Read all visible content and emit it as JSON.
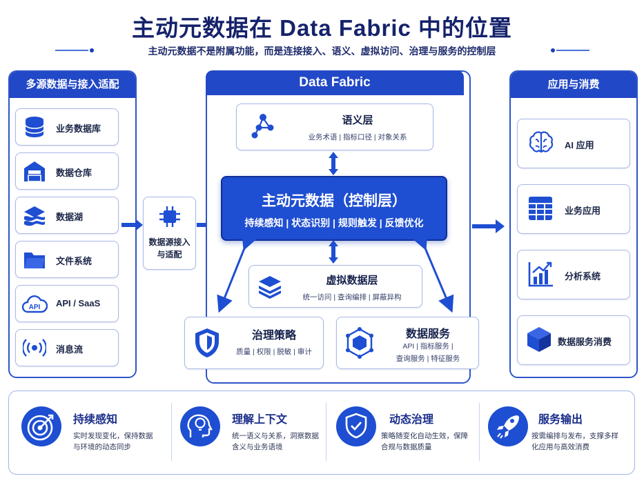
{
  "header": {
    "title": "主动元数据在 Data Fabric 中的位置",
    "subtitle": "主动元数据不是附属功能，而是连接接入、语义、虚拟访问、治理与服务的控制层"
  },
  "sources": {
    "title": "多源数据与接入适配",
    "items": [
      {
        "label": "业务数据库",
        "icon": "database-icon"
      },
      {
        "label": "数据仓库",
        "icon": "warehouse-icon"
      },
      {
        "label": "数据湖",
        "icon": "lake-icon"
      },
      {
        "label": "文件系统",
        "icon": "folder-icon"
      },
      {
        "label": "API / SaaS",
        "icon": "api-cloud-icon"
      },
      {
        "label": "消息流",
        "icon": "stream-icon"
      }
    ]
  },
  "adapter": {
    "label1": "数据源接入",
    "label2": "与适配"
  },
  "fabric": {
    "title": "Data Fabric",
    "semantic": {
      "title": "语义层",
      "sub": "业务术语 | 指标口径 | 对象关系"
    },
    "control": {
      "title": "主动元数据（控制层）",
      "sub": "持续感知 | 状态识别 | 规则触发 | 反馈优化"
    },
    "virtual": {
      "title": "虚拟数据层",
      "sub": "统一访问 | 查询编排 | 屏蔽异构"
    },
    "governance": {
      "title": "治理策略",
      "sub": "质量 | 权限 | 脱敏 | 审计"
    },
    "services": {
      "title": "数据服务",
      "sub1": "API | 指标服务 |",
      "sub2": "查询服务 | 特征服务"
    }
  },
  "consume": {
    "title": "应用与消费",
    "items": [
      {
        "label": "AI 应用",
        "icon": "brain-icon"
      },
      {
        "label": "业务应用",
        "icon": "grid-app-icon"
      },
      {
        "label": "分析系统",
        "icon": "chart-icon"
      },
      {
        "label": "数据服务消费",
        "icon": "cube-icon"
      }
    ]
  },
  "features": [
    {
      "title": "持续感知",
      "desc1": "实时发现变化，保持数据",
      "desc2": "与环境的动态同步"
    },
    {
      "title": "理解上下文",
      "desc1": "统一语义与关系，洞察数据",
      "desc2": "含义与业务语境"
    },
    {
      "title": "动态治理",
      "desc1": "策略随变化自动生效，保障",
      "desc2": "合规与数据质量"
    },
    {
      "title": "服务输出",
      "desc1": "按需编排与发布，支撑多样",
      "desc2": "化应用与高效消费"
    }
  ],
  "colors": {
    "primary": "#1e4ed1",
    "dark": "#15226b",
    "border": "#2f54c8"
  }
}
